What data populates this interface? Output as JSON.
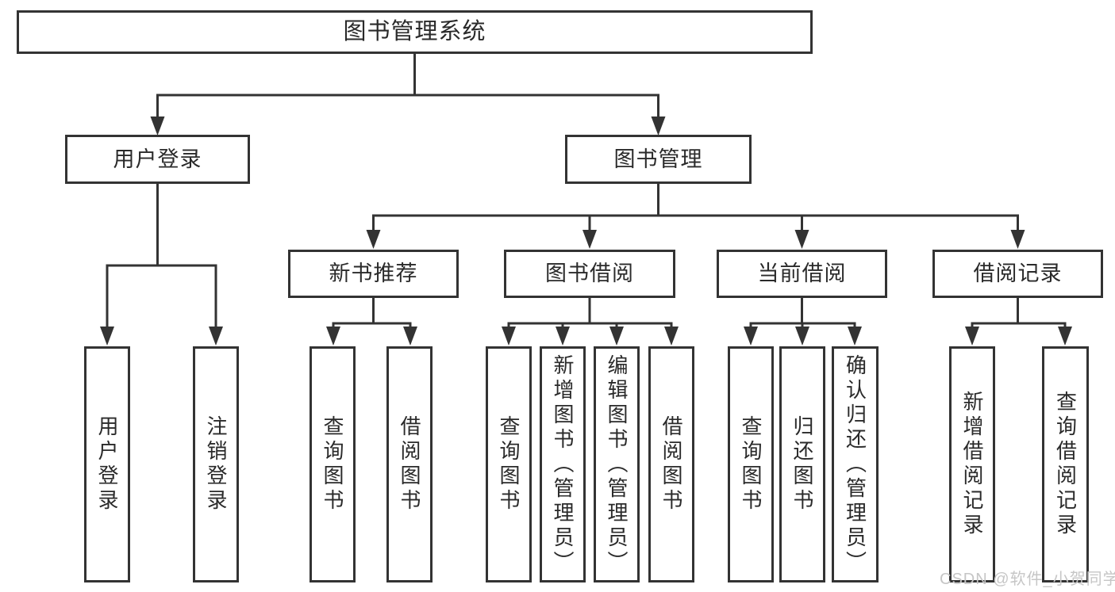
{
  "diagram": {
    "root": {
      "label": "图书管理系统"
    },
    "level2": [
      {
        "id": "user-login",
        "label": "用户登录"
      },
      {
        "id": "book-management",
        "label": "图书管理"
      }
    ],
    "level3": [
      {
        "id": "new-book-recommend",
        "parent": "图书管理",
        "label": "新书推荐"
      },
      {
        "id": "book-borrowing",
        "parent": "图书管理",
        "label": "图书借阅"
      },
      {
        "id": "current-borrowing",
        "parent": "图书管理",
        "label": "当前借阅"
      },
      {
        "id": "borrowing-records",
        "parent": "图书管理",
        "label": "借阅记录"
      }
    ],
    "leaves": [
      {
        "parent": "用户登录",
        "label": "用户登录"
      },
      {
        "parent": "用户登录",
        "label": "注销登录"
      },
      {
        "parent": "新书推荐",
        "label": "查询图书"
      },
      {
        "parent": "新书推荐",
        "label": "借阅图书"
      },
      {
        "parent": "图书借阅",
        "label": "查询图书"
      },
      {
        "parent": "图书借阅",
        "label": "新增图书（管理员）"
      },
      {
        "parent": "图书借阅",
        "label": "编辑图书（管理员）"
      },
      {
        "parent": "图书借阅",
        "label": "借阅图书"
      },
      {
        "parent": "当前借阅",
        "label": "查询图书"
      },
      {
        "parent": "当前借阅",
        "label": "归还图书"
      },
      {
        "parent": "当前借阅",
        "label": "确认归还（管理员）"
      },
      {
        "parent": "借阅记录",
        "label": "新增借阅记录"
      },
      {
        "parent": "借阅记录",
        "label": "查询借阅记录"
      }
    ]
  },
  "watermark": {
    "label": "CSDN @软件_小贺同学"
  },
  "colors": {
    "line": "#333333",
    "text": "#2a2a2a",
    "box_background": "#ffffff",
    "watermark": "#c6c6c6",
    "background": "#ffffff"
  }
}
